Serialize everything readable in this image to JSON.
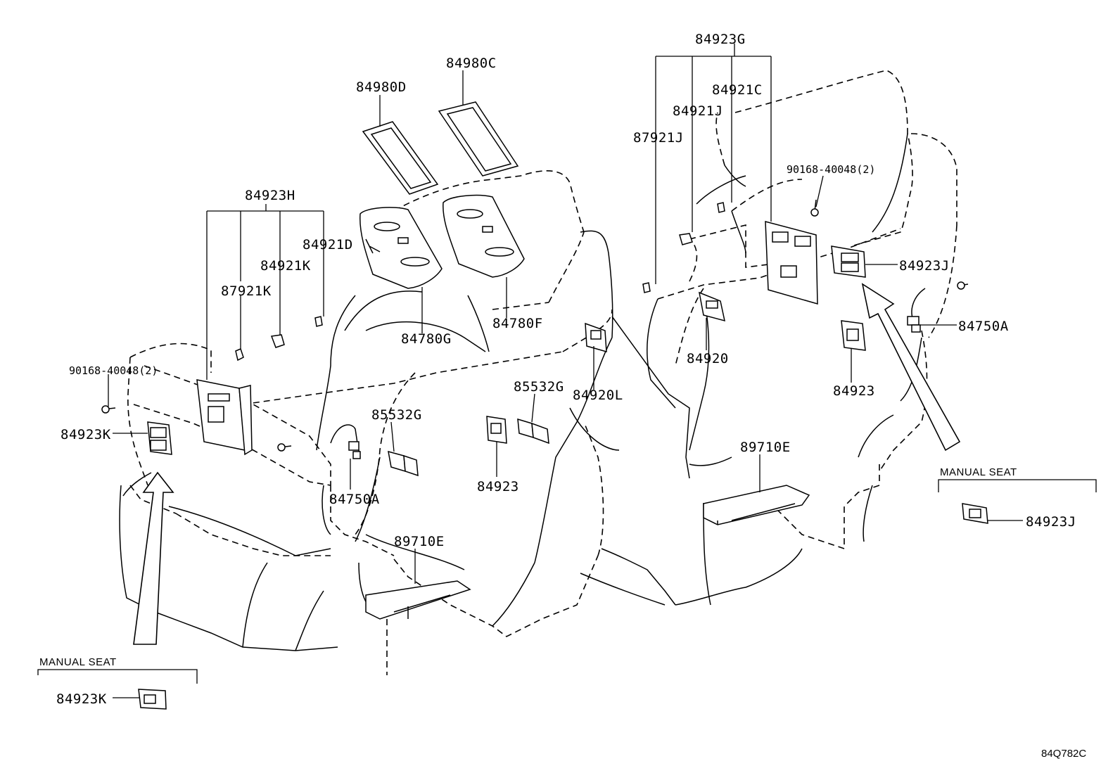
{
  "diagram": {
    "code": "84Q782C",
    "manual_seat_label": "MANUAL SEAT",
    "labels": {
      "p84923G": "84923G",
      "p84921C": "84921C",
      "p84921J": "84921J",
      "p87921J": "87921J",
      "p84980D": "84980D",
      "p84980C": "84980C",
      "p84923H": "84923H",
      "p84921D": "84921D",
      "p84921K": "84921K",
      "p87921K": "87921K",
      "p90168_left": "90168-40048(2)",
      "p90168_right": "90168-40048(2)",
      "p84923K_top": "84923K",
      "p84923K_bottom": "84923K",
      "p84780G": "84780G",
      "p84780F": "84780F",
      "p84920L": "84920L",
      "p84920": "84920",
      "p84923_right": "84923",
      "p84923_mid": "84923",
      "p84923J_top": "84923J",
      "p84923J_bottom": "84923J",
      "p84750A_right": "84750A",
      "p84750A_left": "84750A",
      "p85532G_left": "85532G",
      "p85532G_mid": "85532G",
      "p89710E_left": "89710E",
      "p89710E_right": "89710E"
    }
  }
}
